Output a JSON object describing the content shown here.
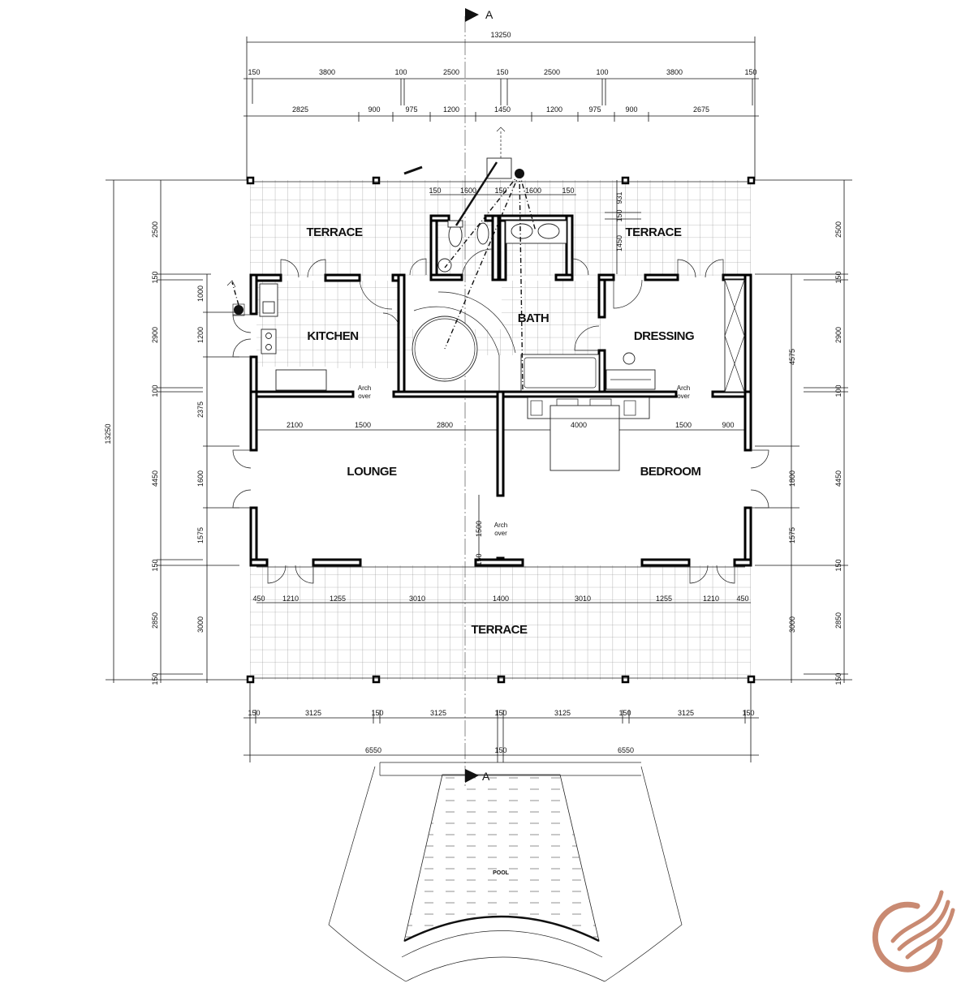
{
  "drawing": {
    "section_marker_top": "A",
    "section_marker_bottom": "A",
    "rooms": {
      "terrace_top_left": "TERRACE",
      "terrace_top_right": "TERRACE",
      "kitchen": "KITCHEN",
      "bath": "BATH",
      "dressing": "DRESSING",
      "lounge": "LOUNGE",
      "bedroom": "BEDROOM",
      "terrace_bottom": "TERRACE",
      "pool": "POOL"
    },
    "notes": {
      "arch_kitchen": [
        "Arch",
        "over"
      ],
      "arch_dressing": [
        "Arch",
        "over"
      ],
      "arch_partition": [
        "Arch",
        "over"
      ]
    }
  },
  "dimensions": {
    "top_overall": [
      "13250"
    ],
    "top_row2": [
      "150",
      "3800",
      "100",
      "2500",
      "150",
      "2500",
      "100",
      "3800",
      "150"
    ],
    "top_row3": [
      "2825",
      "900",
      "975",
      "1200",
      "1450",
      "1200",
      "975",
      "900",
      "2675"
    ],
    "bath_row": [
      "150",
      "1600",
      "150",
      "1600",
      "150"
    ],
    "bath_vertical": [
      "931",
      "150",
      "1450"
    ],
    "interior_row_upper": [
      "2100",
      "1500",
      "2800",
      "4000",
      "1500",
      "900"
    ],
    "interior_row_lower": [
      "450",
      "1210",
      "1255",
      "3010",
      "1400",
      "3010",
      "1255",
      "1210",
      "450"
    ],
    "partition_vertical": [
      "1500",
      "150"
    ],
    "bottom_row1": [
      "150",
      "3125",
      "150",
      "3125",
      "150",
      "3125",
      "150",
      "3125",
      "150"
    ],
    "bottom_row2": [
      "6550",
      "150",
      "6550"
    ],
    "left_overall": [
      "13250"
    ],
    "left_outer": [
      "2500",
      "150",
      "2900",
      "100",
      "4450",
      "150",
      "2850",
      "150"
    ],
    "left_inner": [
      "1000",
      "1200",
      "2375",
      "1600",
      "1575",
      "3000"
    ],
    "right_inner": [
      "4575",
      "1800",
      "1575",
      "3000"
    ],
    "right_outer": [
      "2500",
      "150",
      "2900",
      "100",
      "4450",
      "150",
      "2850",
      "150"
    ]
  },
  "colors": {
    "logo": "#c98a72",
    "ink": "#111111"
  }
}
